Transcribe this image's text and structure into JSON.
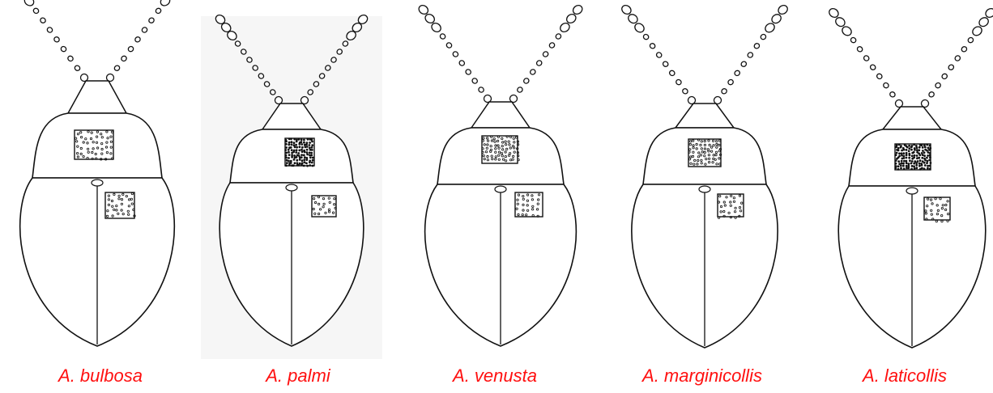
{
  "figure": {
    "specimens": [
      {
        "name": "A. bulbosa",
        "pronotum_texture": "sparse"
      },
      {
        "name": "A. palmi",
        "pronotum_texture": "dense"
      },
      {
        "name": "A. venusta",
        "pronotum_texture": "medium"
      },
      {
        "name": "A. marginicollis",
        "pronotum_texture": "medium"
      },
      {
        "name": "A. laticollis",
        "pronotum_texture": "dense"
      }
    ],
    "caption_color": "#ff1010",
    "line_color": "#111111",
    "background": "#ffffff"
  }
}
